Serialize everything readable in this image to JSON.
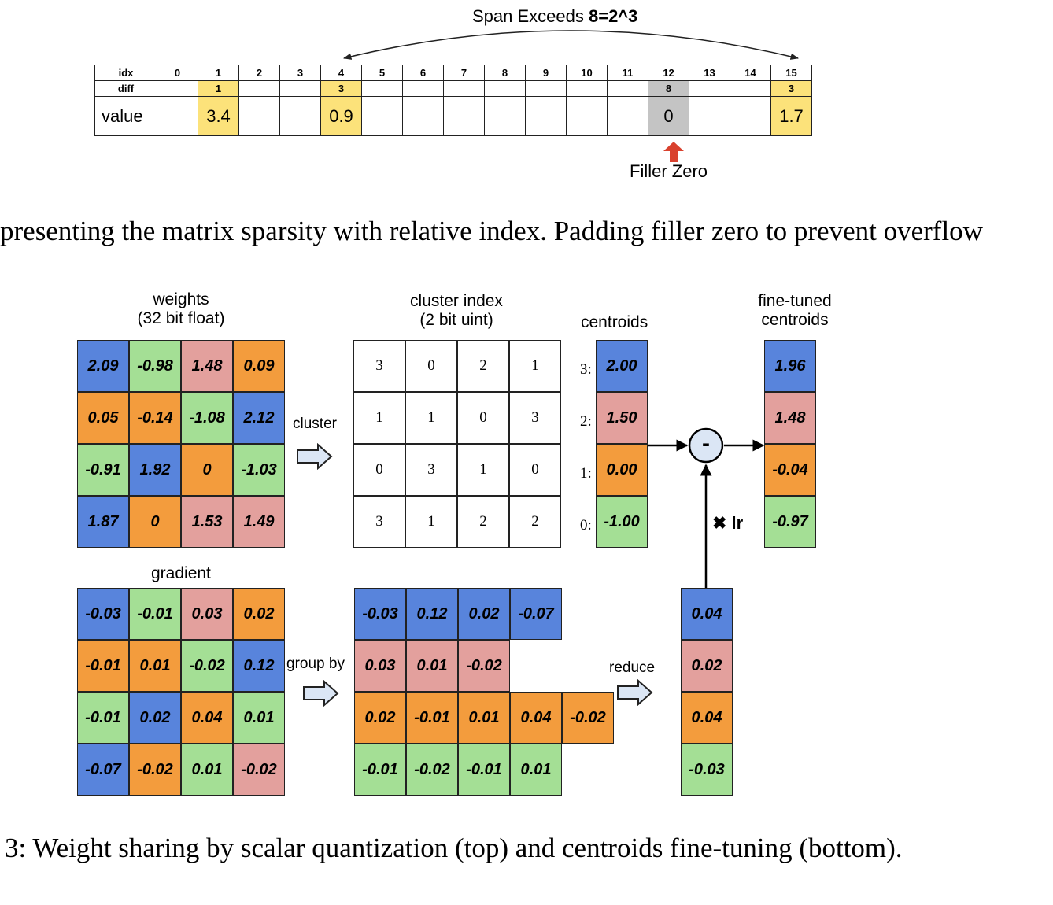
{
  "top": {
    "span_prefix": "Span Exceeds ",
    "span_bold": "8=2^3",
    "row_labels": [
      "idx",
      "diff",
      "value"
    ],
    "idx": [
      "0",
      "1",
      "2",
      "3",
      "4",
      "5",
      "6",
      "7",
      "8",
      "9",
      "10",
      "11",
      "12",
      "13",
      "14",
      "15"
    ],
    "diff": [
      "",
      "1",
      "",
      "",
      "3",
      "",
      "",
      "",
      "",
      "",
      "",
      "",
      "8",
      "",
      "",
      "3"
    ],
    "value": [
      "",
      "3.4",
      "",
      "",
      "0.9",
      "",
      "",
      "",
      "",
      "",
      "",
      "",
      "0",
      "",
      "",
      "1.7"
    ],
    "highlight": [
      "",
      "yellow",
      "",
      "",
      "yellow",
      "",
      "",
      "",
      "",
      "",
      "",
      "",
      "grey",
      "",
      "",
      "yellow"
    ],
    "filler_label": "Filler Zero",
    "caption": "presenting the matrix sparsity with relative index. Padding filler zero to prevent overflow"
  },
  "bottom": {
    "colors": {
      "blue": "#5884dc",
      "green": "#a4df95",
      "pink": "#e3a09d",
      "orange": "#f39c3d"
    },
    "weights_title": [
      "weights",
      "(32 bit float)"
    ],
    "weights": [
      [
        {
          "v": "2.09",
          "c": "blue"
        },
        {
          "v": "-0.98",
          "c": "green"
        },
        {
          "v": "1.48",
          "c": "pink"
        },
        {
          "v": "0.09",
          "c": "orange"
        }
      ],
      [
        {
          "v": "0.05",
          "c": "orange"
        },
        {
          "v": "-0.14",
          "c": "orange"
        },
        {
          "v": "-1.08",
          "c": "green"
        },
        {
          "v": "2.12",
          "c": "blue"
        }
      ],
      [
        {
          "v": "-0.91",
          "c": "green"
        },
        {
          "v": "1.92",
          "c": "blue"
        },
        {
          "v": "0",
          "c": "orange"
        },
        {
          "v": "-1.03",
          "c": "green"
        }
      ],
      [
        {
          "v": "1.87",
          "c": "blue"
        },
        {
          "v": "0",
          "c": "orange"
        },
        {
          "v": "1.53",
          "c": "pink"
        },
        {
          "v": "1.49",
          "c": "pink"
        }
      ]
    ],
    "cluster_label": "cluster",
    "cluster_title": [
      "cluster index",
      "(2 bit uint)"
    ],
    "cluster_index": [
      [
        "3",
        "0",
        "2",
        "1"
      ],
      [
        "1",
        "1",
        "0",
        "3"
      ],
      [
        "0",
        "3",
        "1",
        "0"
      ],
      [
        "3",
        "1",
        "2",
        "2"
      ]
    ],
    "centroids_title": "centroids",
    "centroid_labels": [
      "3:",
      "2:",
      "1:",
      "0:"
    ],
    "centroids": [
      {
        "v": "2.00",
        "c": "blue"
      },
      {
        "v": "1.50",
        "c": "pink"
      },
      {
        "v": "0.00",
        "c": "orange"
      },
      {
        "v": "-1.00",
        "c": "green"
      }
    ],
    "minus_symbol": "-",
    "lr_label": "✖ lr",
    "finetuned_title": [
      "fine-tuned",
      "centroids"
    ],
    "finetuned": [
      {
        "v": "1.96",
        "c": "blue"
      },
      {
        "v": "1.48",
        "c": "pink"
      },
      {
        "v": "-0.04",
        "c": "orange"
      },
      {
        "v": "-0.97",
        "c": "green"
      }
    ],
    "gradient_title": "gradient",
    "gradient": [
      [
        {
          "v": "-0.03",
          "c": "blue"
        },
        {
          "v": "-0.01",
          "c": "green"
        },
        {
          "v": "0.03",
          "c": "pink"
        },
        {
          "v": "0.02",
          "c": "orange"
        }
      ],
      [
        {
          "v": "-0.01",
          "c": "orange"
        },
        {
          "v": "0.01",
          "c": "orange"
        },
        {
          "v": "-0.02",
          "c": "green"
        },
        {
          "v": "0.12",
          "c": "blue"
        }
      ],
      [
        {
          "v": "-0.01",
          "c": "green"
        },
        {
          "v": "0.02",
          "c": "blue"
        },
        {
          "v": "0.04",
          "c": "orange"
        },
        {
          "v": "0.01",
          "c": "green"
        }
      ],
      [
        {
          "v": "-0.07",
          "c": "blue"
        },
        {
          "v": "-0.02",
          "c": "orange"
        },
        {
          "v": "0.01",
          "c": "green"
        },
        {
          "v": "-0.02",
          "c": "pink"
        }
      ]
    ],
    "groupby_label": "group by",
    "grouped": [
      {
        "c": "blue",
        "vals": [
          "-0.03",
          "0.12",
          "0.02",
          "-0.07"
        ]
      },
      {
        "c": "pink",
        "vals": [
          "0.03",
          "0.01",
          "-0.02"
        ]
      },
      {
        "c": "orange",
        "vals": [
          "0.02",
          "-0.01",
          "0.01",
          "0.04",
          "-0.02"
        ]
      },
      {
        "c": "green",
        "vals": [
          "-0.01",
          "-0.02",
          "-0.01",
          "0.01"
        ]
      }
    ],
    "reduce_label": "reduce",
    "reduced": [
      {
        "v": "0.04",
        "c": "blue"
      },
      {
        "v": "0.02",
        "c": "pink"
      },
      {
        "v": "0.04",
        "c": "orange"
      },
      {
        "v": "-0.03",
        "c": "green"
      }
    ],
    "caption": "3: Weight sharing by scalar quantization (top) and centroids fine-tuning (bottom)."
  }
}
